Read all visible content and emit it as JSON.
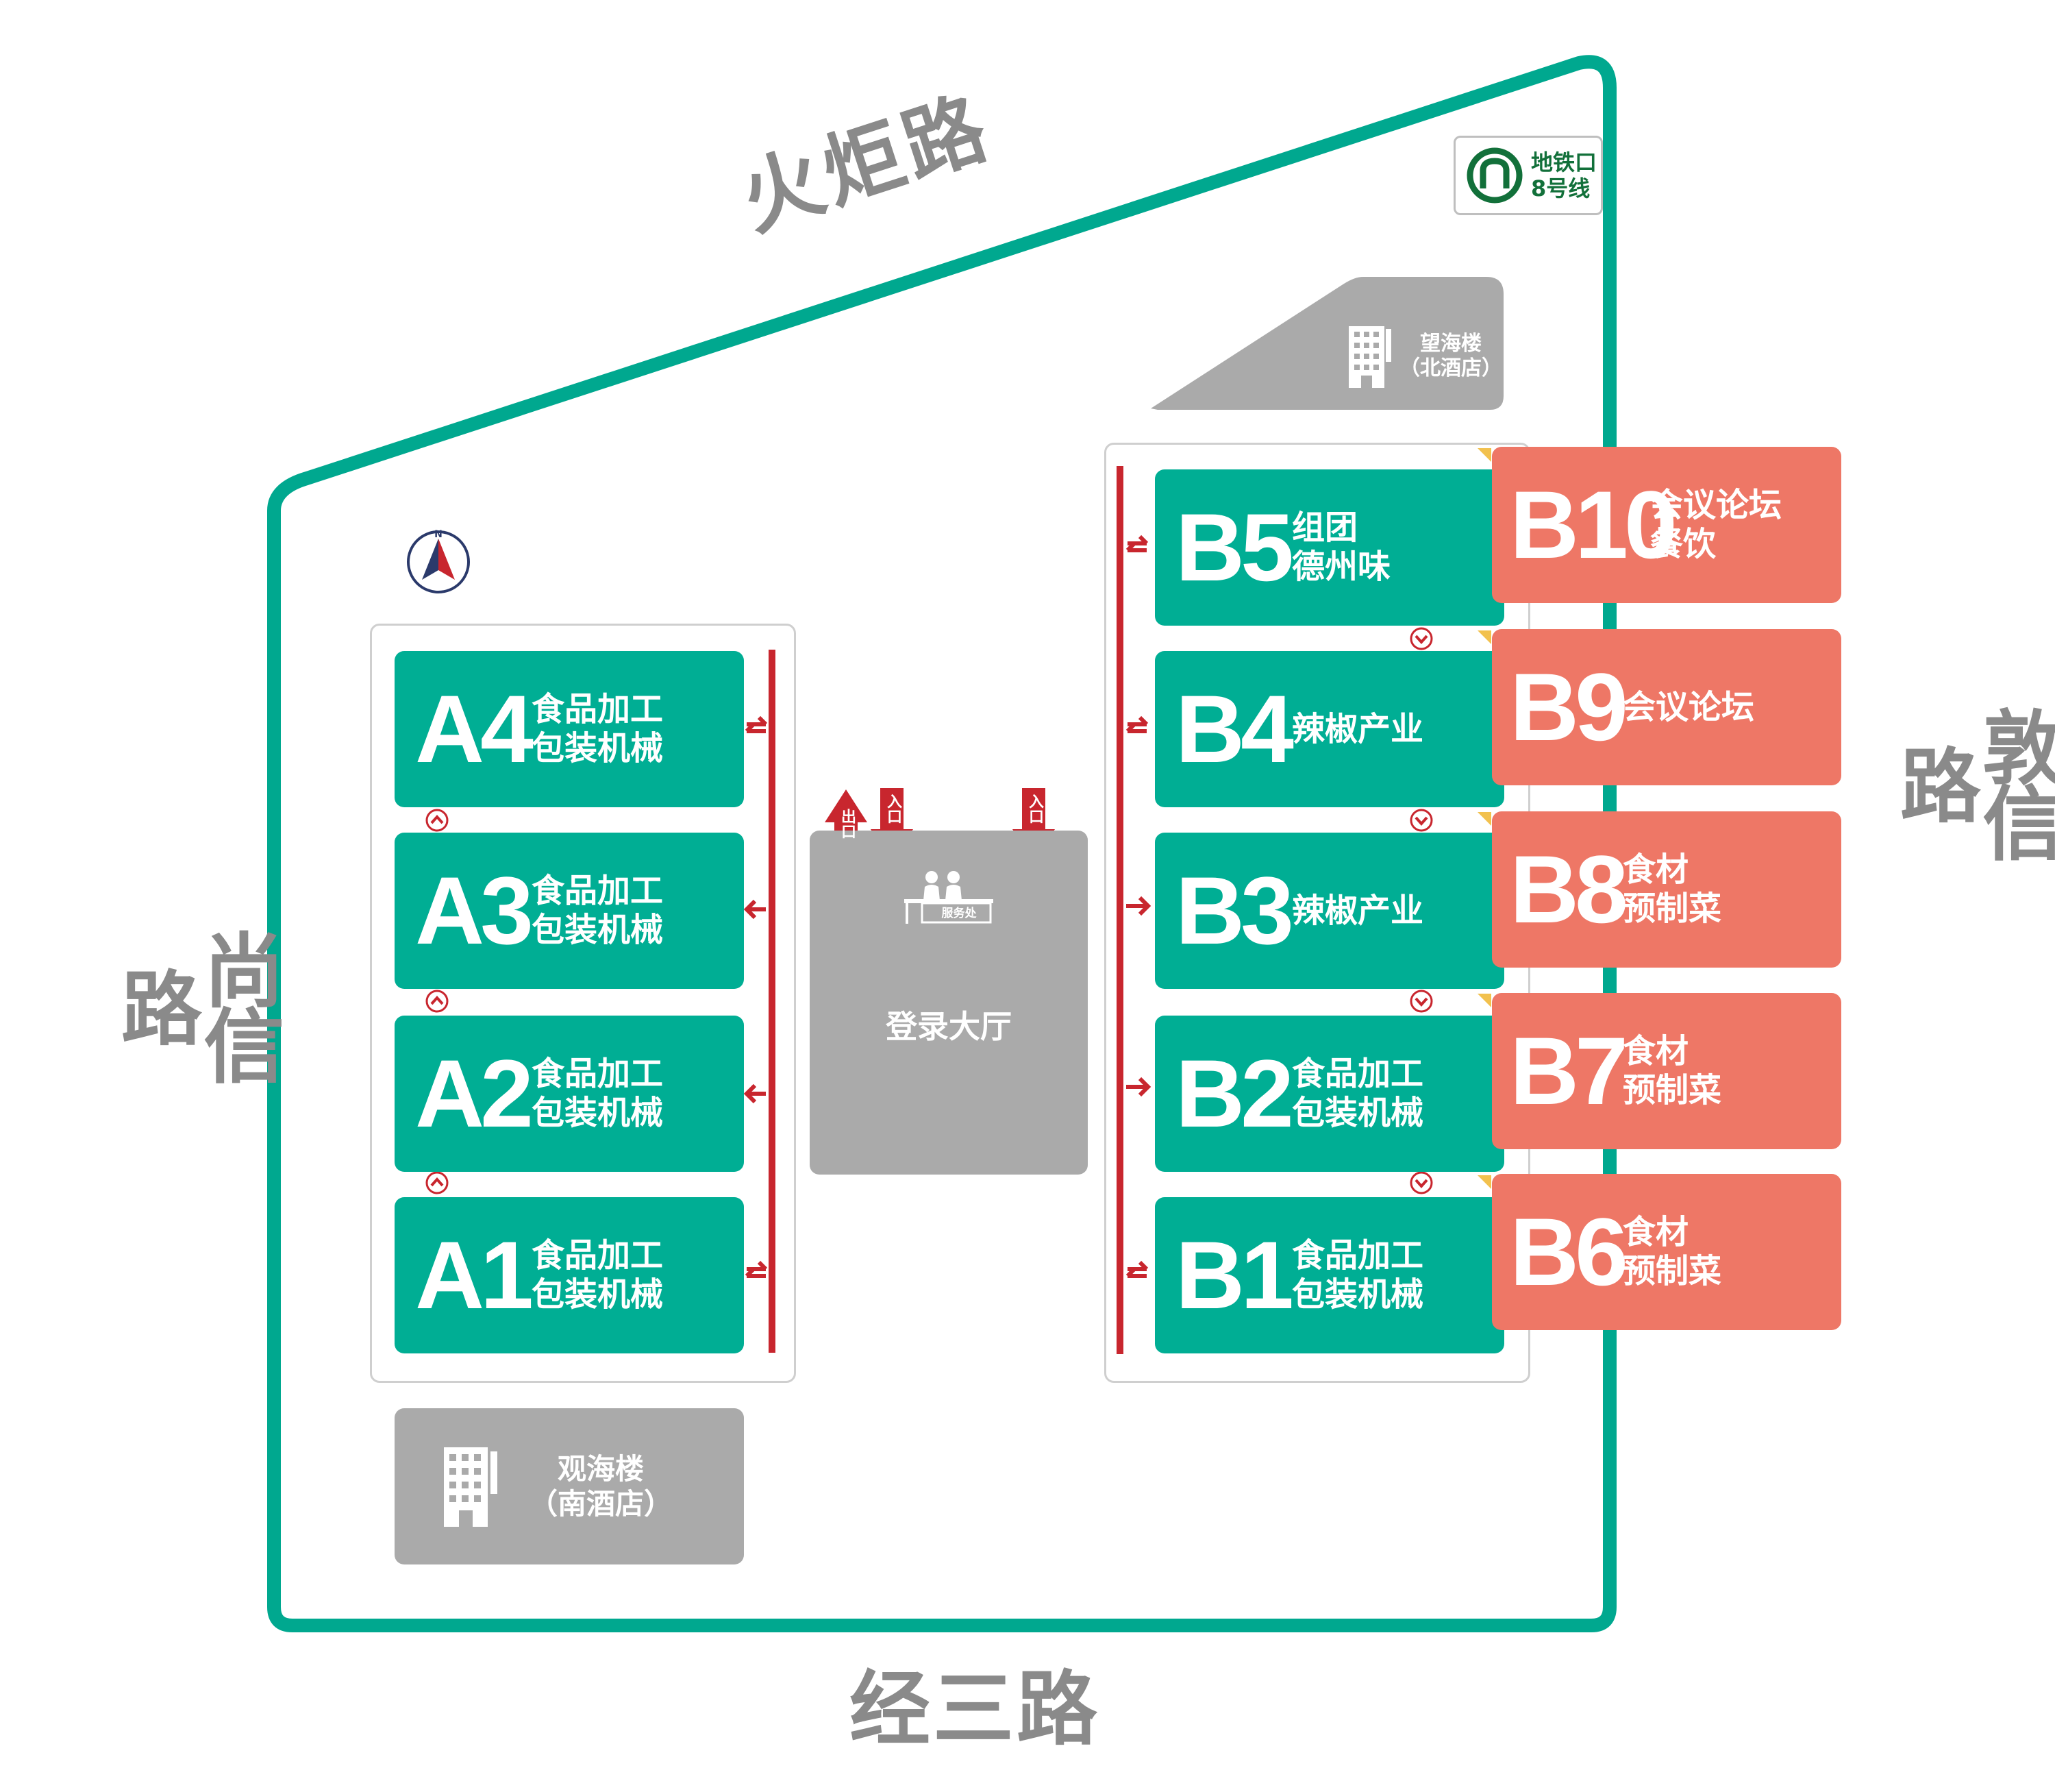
{
  "roads": {
    "north": "火炬路",
    "west": "尚信路",
    "east": "敦信路",
    "south": "经三路"
  },
  "metro": {
    "line1": "地铁口",
    "line2": "8号线",
    "icon": "metro-logo-icon"
  },
  "hotels": {
    "north": {
      "line1": "望海楼",
      "line2": "（北酒店）",
      "icon": "hotel-building-icon"
    },
    "south": {
      "line1": "观海楼",
      "line2": "（南酒店）",
      "icon": "hotel-building-icon"
    }
  },
  "compass": {
    "label": "N",
    "icon": "compass-north-icon"
  },
  "lobby": {
    "label": "登录大厅",
    "desk": "服务处",
    "exit": "出口",
    "entrance_1": "入口",
    "entrance_2": "入口"
  },
  "halls_a": [
    {
      "code": "A4",
      "line1": "食品加工",
      "line2": "包装机械"
    },
    {
      "code": "A3",
      "line1": "食品加工",
      "line2": "包装机械"
    },
    {
      "code": "A2",
      "line1": "食品加工",
      "line2": "包装机械"
    },
    {
      "code": "A1",
      "line1": "食品加工",
      "line2": "包装机械"
    }
  ],
  "halls_b": [
    {
      "code": "B5",
      "line1": "组团",
      "line2": "德州味"
    },
    {
      "code": "B4",
      "line1": "辣椒产业",
      "line2": ""
    },
    {
      "code": "B3",
      "line1": "辣椒产业",
      "line2": ""
    },
    {
      "code": "B2",
      "line1": "食品加工",
      "line2": "包装机械"
    },
    {
      "code": "B1",
      "line1": "食品加工",
      "line2": "包装机械"
    }
  ],
  "halls_b_outer": [
    {
      "code": "B10",
      "line1": "会议论坛",
      "line2": "餐饮"
    },
    {
      "code": "B9",
      "line1": "会议论坛",
      "line2": ""
    },
    {
      "code": "B8",
      "line1": "食材",
      "line2": "预制菜"
    },
    {
      "code": "B7",
      "line1": "食材",
      "line2": "预制菜"
    },
    {
      "code": "B6",
      "line1": "食材",
      "line2": "预制菜"
    }
  ],
  "colors": {
    "boundary": "#00a88f",
    "hall_green": "#00ae94",
    "hall_coral": "#ee7766",
    "corridor_red": "#c8262e",
    "gray_building": "#aaaaaa",
    "road_text": "#8a8a8a"
  }
}
